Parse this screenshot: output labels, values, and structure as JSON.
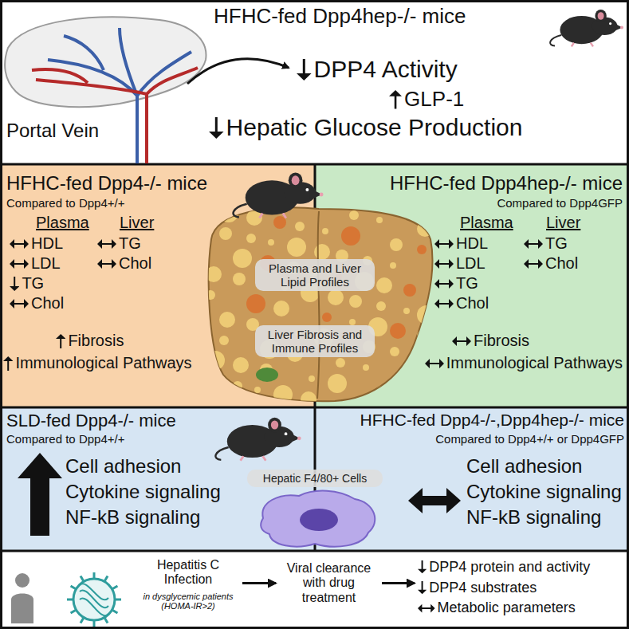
{
  "diagram": {
    "nodes": [
      {
        "text": [
          "HFHC-fed Dpp4hep-/- mice"
        ]
      },
      {
        "text": [
          "HFHC-fed Dpp4-/- mice",
          "Compared to Dpp4+/+"
        ]
      },
      {
        "text": [
          "HFHC-fed Dpp4hep-/- mice",
          "Compared to Dpp4GFP"
        ]
      },
      {
        "text": [
          "Plasma and Liver Lipid Profiles"
        ]
      },
      {
        "text": [
          "Liver Fibrosis and Immune Profiles"
        ]
      },
      {
        "text": [
          "SLD-fed Dpp4-/- mice",
          "Compared to Dpp4+/+"
        ]
      },
      {
        "text": [
          "HFHC-fed Dpp4-/-,Dpp4hep-/- mice",
          "Compared to Dpp4+/+ or Dpp4GFP"
        ]
      },
      {
        "text": [
          "Hepatic F4/80+ Cells"
        ]
      },
      {
        "text": [
          "Hepatitis C Infection",
          "in dysglycemic patients (HOMA-IR>2)"
        ]
      },
      {
        "text": [
          "Viral clearance with drug treatment"
        ]
      },
      {
        "text": [
          "DPP4 protein and activity",
          "DPP4 substrates",
          "Metabolic parameters"
        ]
      }
    ],
    "edges": [
      {
        "from": 8,
        "to": 9,
        "arrow": "to"
      },
      {
        "from": 9,
        "to": 10,
        "arrow": "to"
      }
    ],
    "labels": [
      "Portal Vein",
      "DPP4 Activity",
      "GLP-1",
      "Hepatic Glucose Production",
      "Plasma",
      "Liver",
      "HDL",
      "LDL",
      "TG",
      "Chol",
      "TG",
      "Chol",
      "Fibrosis",
      "Immunological Pathways",
      "Plasma",
      "Liver",
      "HDL",
      "LDL",
      "TG",
      "Chol",
      "TG",
      "Chol",
      "Fibrosis",
      "Immunological Pathways",
      "Cell adhesion",
      "Cytokine signaling",
      "NF-kB signaling",
      "Cell adhesion",
      "Cytokine signaling",
      "NF-kB signaling"
    ]
  }
}
